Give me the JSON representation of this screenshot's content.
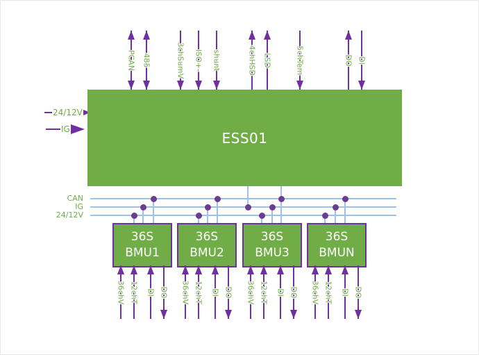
{
  "diagram": {
    "title_note": "ESS block diagram",
    "ess_label": "ESS01",
    "left_inputs": [
      {
        "label": "24/12V",
        "direction": "in"
      },
      {
        "label": "IG",
        "direction": "in"
      }
    ],
    "top_ports": [
      {
        "label": "PCAN",
        "direction": "both"
      },
      {
        "label": "485",
        "direction": "both"
      },
      {
        "label": "3chSumV",
        "direction": "in"
      },
      {
        "label": "ISO+-",
        "direction": "in"
      },
      {
        "label": "shunt",
        "direction": "in"
      },
      {
        "label": "4chHSD",
        "direction": "out"
      },
      {
        "label": "LSD",
        "direction": "out"
      },
      {
        "label": "5chTem",
        "direction": "in"
      },
      {
        "label": "DO",
        "direction": "out"
      },
      {
        "label": "DI",
        "direction": "in"
      }
    ],
    "buses": [
      {
        "label": "CAN"
      },
      {
        "label": "IG"
      },
      {
        "label": "24/12V"
      }
    ],
    "bmus": [
      {
        "line1": "36S",
        "line2": "BMU1",
        "ports": [
          {
            "label": "36chV",
            "direction": "in"
          },
          {
            "label": "12chT",
            "direction": "in"
          },
          {
            "label": "DI",
            "direction": "in"
          },
          {
            "label": "DO",
            "direction": "out"
          }
        ]
      },
      {
        "line1": "36S",
        "line2": "BMU2",
        "ports": [
          {
            "label": "36chV",
            "direction": "in"
          },
          {
            "label": "12chT",
            "direction": "in"
          },
          {
            "label": "DI",
            "direction": "in"
          },
          {
            "label": "DO",
            "direction": "out"
          }
        ]
      },
      {
        "line1": "36S",
        "line2": "BMU3",
        "ports": [
          {
            "label": "36chV",
            "direction": "in"
          },
          {
            "label": "12chT",
            "direction": "in"
          },
          {
            "label": "DI",
            "direction": "in"
          },
          {
            "label": "DO",
            "direction": "out"
          }
        ]
      },
      {
        "line1": "36S",
        "line2": "BMUN",
        "ports": [
          {
            "label": "36chV",
            "direction": "in"
          },
          {
            "label": "12chT",
            "direction": "in"
          },
          {
            "label": "DI",
            "direction": "in"
          },
          {
            "label": "DO",
            "direction": "out"
          }
        ]
      }
    ],
    "colors": {
      "box_green": "#70ad47",
      "arrow_purple": "#7030a0",
      "bus_blue": "#9cc2e5",
      "junction_purple": "#6a3d91",
      "label_green": "#70ad47",
      "box_text": "#ffffff"
    }
  }
}
